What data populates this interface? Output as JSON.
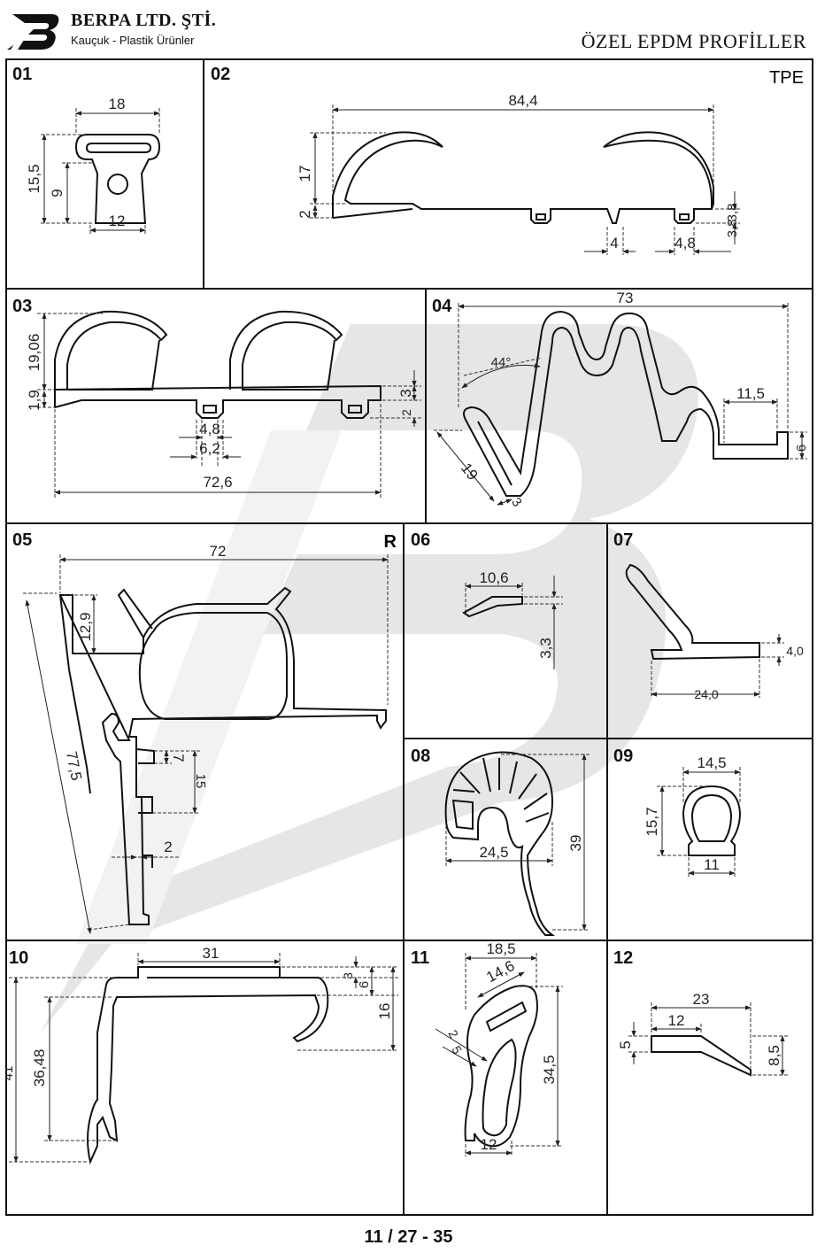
{
  "header": {
    "company_name": "BERPA LTD. ŞTİ.",
    "company_tagline": "Kauçuk - Plastik Ürünler",
    "title": "ÖZEL EPDM PROFİLLER",
    "logo_icon": "berpa-logo-icon"
  },
  "footer": {
    "page_number": "11 / 27 - 35"
  },
  "panels": [
    {
      "id": "01",
      "dims": [
        "18",
        "15,5",
        "9",
        "12"
      ]
    },
    {
      "id": "02",
      "tag": "TPE",
      "dims": [
        "84,4",
        "17",
        "2",
        "3,8",
        "3,8",
        "4",
        "4,8"
      ]
    },
    {
      "id": "03",
      "dims": [
        "19,06",
        "1,9",
        "3",
        "2",
        "4,8",
        "6,2",
        "72,6"
      ]
    },
    {
      "id": "04",
      "dims": [
        "73",
        "44°",
        "11,5",
        "6",
        "19",
        "3"
      ]
    },
    {
      "id": "05",
      "tag": "R",
      "dims": [
        "72",
        "12,9",
        "77,5",
        "7",
        "15",
        "2"
      ]
    },
    {
      "id": "06",
      "dims": [
        "10,6",
        "3,3"
      ]
    },
    {
      "id": "07",
      "dims": [
        "4,0",
        "24,0"
      ]
    },
    {
      "id": "08",
      "dims": [
        "24,5",
        "39"
      ]
    },
    {
      "id": "09",
      "dims": [
        "14,5",
        "15,7",
        "11"
      ]
    },
    {
      "id": "10",
      "dims": [
        "31",
        "3",
        "6",
        "16",
        "36,48",
        "41"
      ]
    },
    {
      "id": "11",
      "dims": [
        "18,5",
        "14,6",
        "2",
        "5",
        "34,5",
        "12"
      ]
    },
    {
      "id": "12",
      "dims": [
        "23",
        "12",
        "5",
        "8,5"
      ]
    }
  ]
}
